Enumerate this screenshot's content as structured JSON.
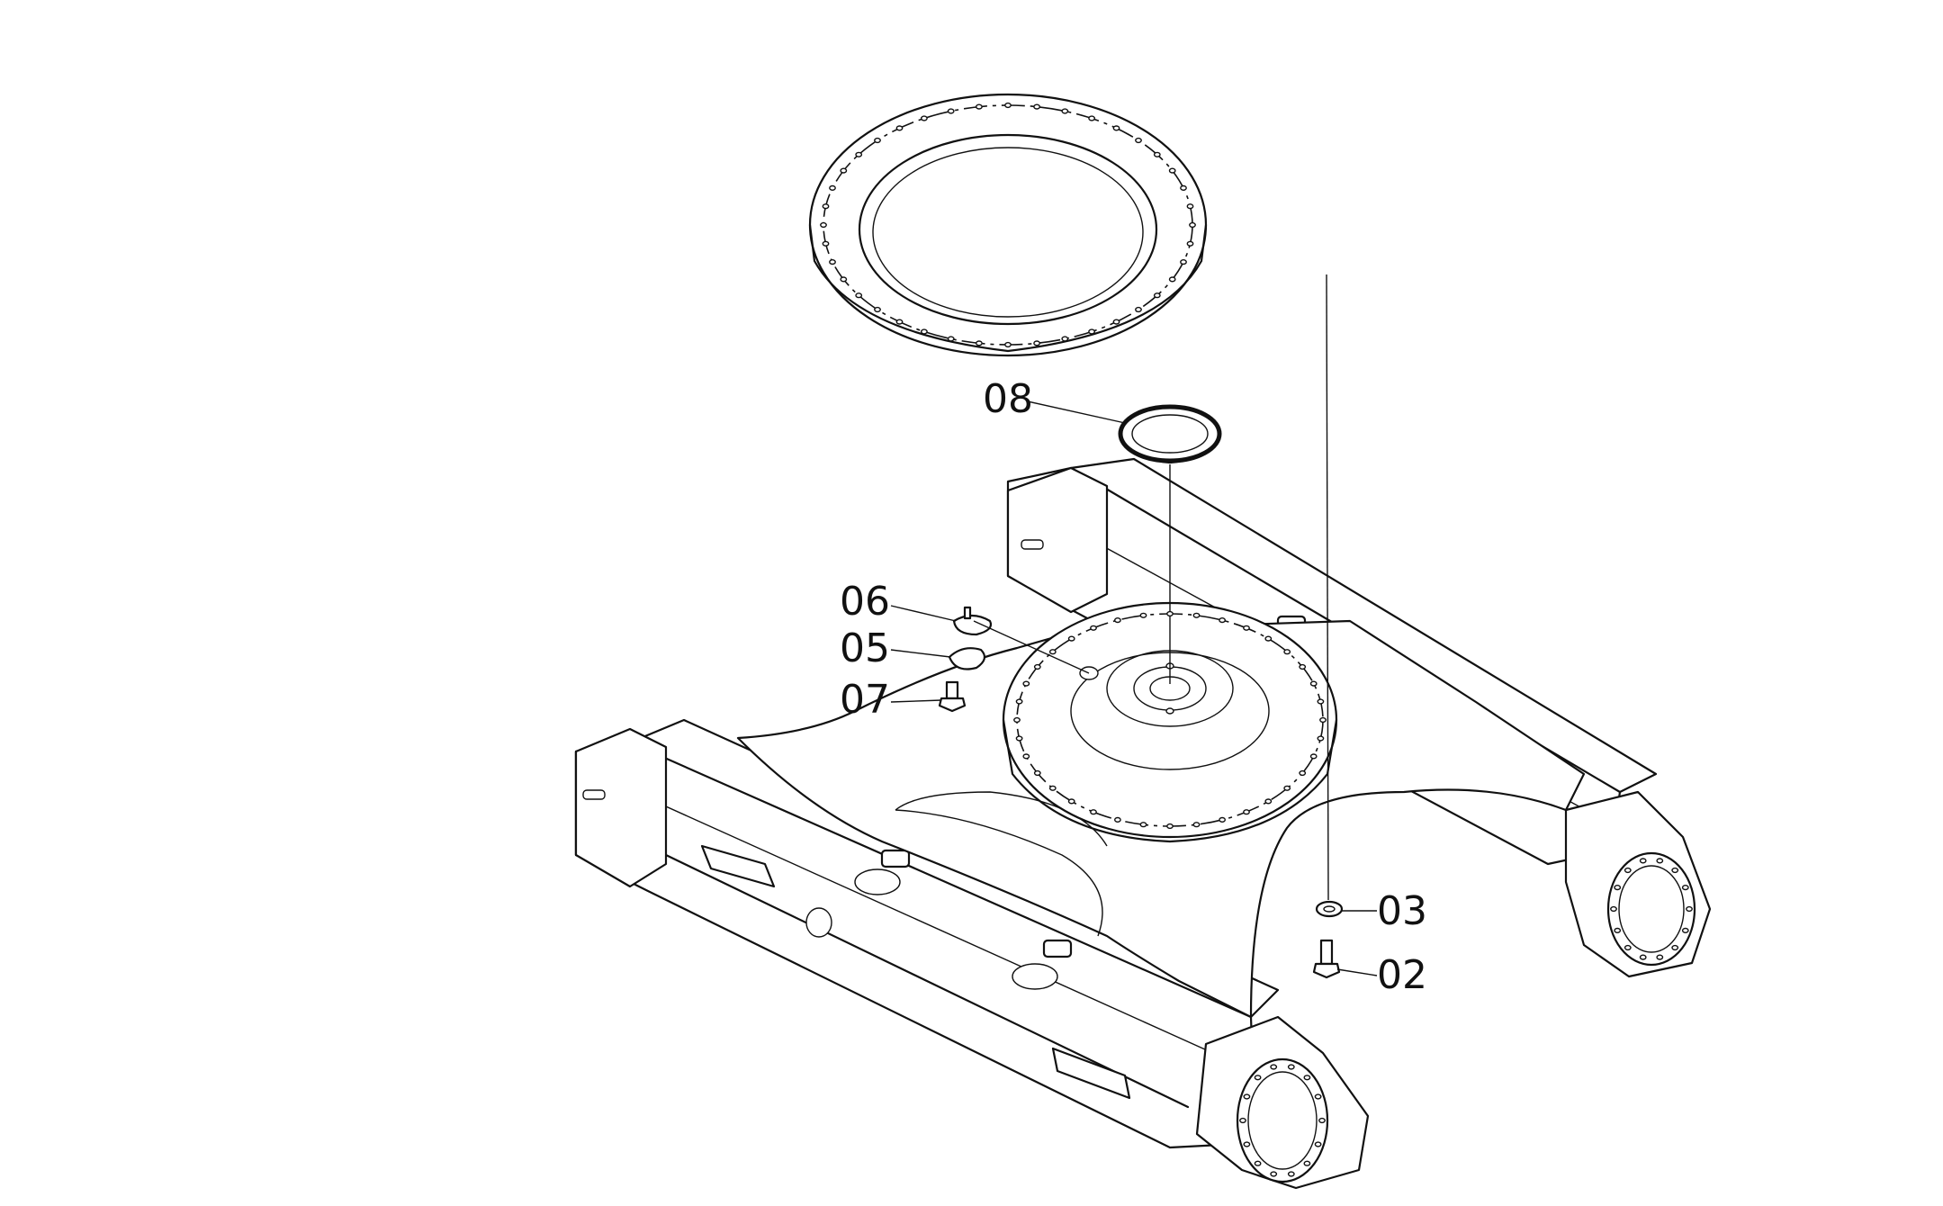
{
  "diagram": {
    "type": "exploded-parts-diagram",
    "callouts": [
      {
        "id": "08",
        "label": "08",
        "part": "seal-ring"
      },
      {
        "id": "06",
        "label": "06",
        "part": "lock-plate"
      },
      {
        "id": "05",
        "label": "05",
        "part": "cover-plate"
      },
      {
        "id": "07",
        "label": "07",
        "part": "bolt"
      },
      {
        "id": "03",
        "label": "03",
        "part": "washer"
      },
      {
        "id": "02",
        "label": "02",
        "part": "bolt"
      }
    ],
    "colors": {
      "line": "#111111",
      "background": "#ffffff"
    }
  }
}
